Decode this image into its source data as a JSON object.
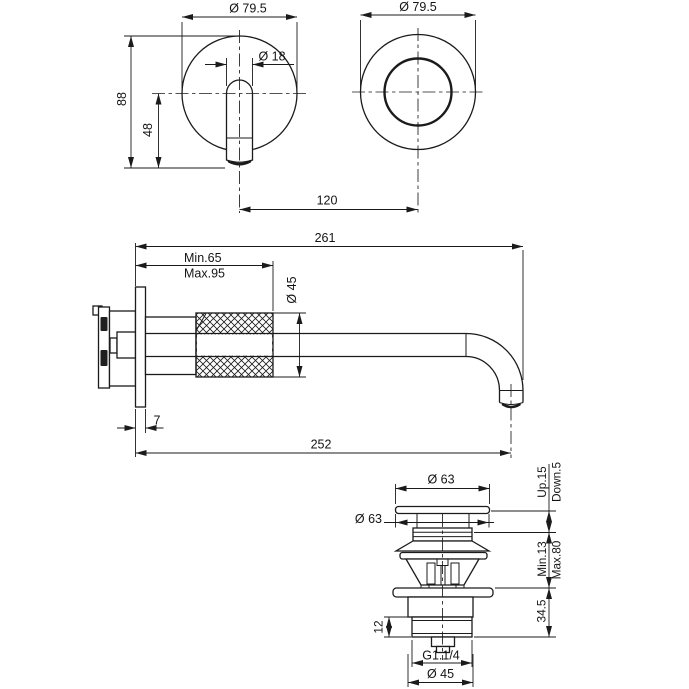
{
  "drawing": {
    "spout_front_view": {
      "plate_diameter": "Ø 79.5",
      "spout_diameter": "Ø 18",
      "plate_height": "88",
      "spout_drop": "48"
    },
    "handle_front_view": {
      "plate_diameter": "Ø 79.5"
    },
    "center_distance": "120",
    "spout_side_view": {
      "overall_depth": "261",
      "wall_min": "Min.65",
      "wall_max": "Max.95",
      "collar_diameter": "Ø 45",
      "plate_thickness": "7",
      "spout_reach": "252"
    },
    "drain_view": {
      "cap_diameter": "Ø 63",
      "flange_diameter": "Ø 63",
      "travel_up": "Up.15",
      "travel_down": "Down.5",
      "deck_min": "Min.13",
      "deck_max": "Max.80",
      "body_height": "34.5",
      "thread_length": "12",
      "thread_size": "G1.1/4",
      "tail_diameter": "Ø 45"
    }
  }
}
